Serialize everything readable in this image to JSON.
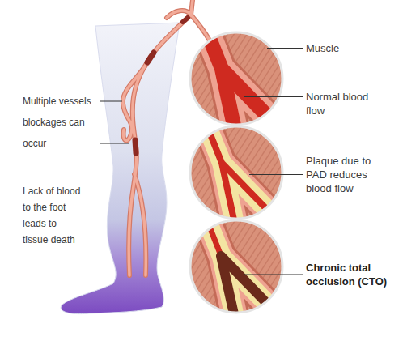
{
  "diagram": {
    "labels": [
      "Multiple vessels blockages can occur",
      "Lack of blood to the foot leads to tissue death",
      "Muscle",
      "Normal blood flow",
      "Plaque due to PAD reduces blood flow",
      "Chronic total occlusion (CTO)"
    ]
  }
}
